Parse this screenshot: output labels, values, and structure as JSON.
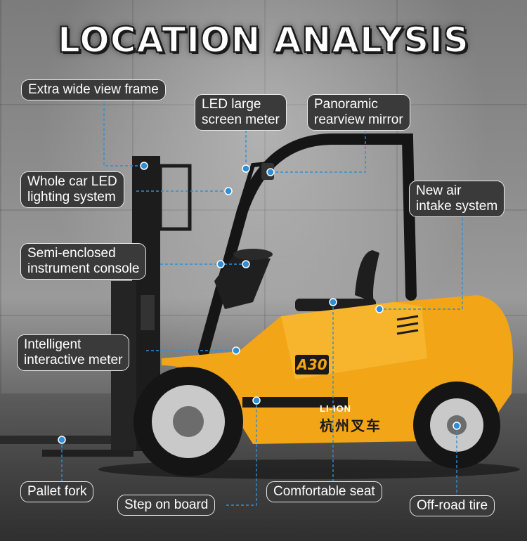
{
  "title": "LOCATION ANALYSIS",
  "labels": {
    "view_frame": "Extra wide view frame",
    "led_meter": "LED large\nscreen meter",
    "mirror": "Panoramic\nrearview mirror",
    "lighting": "Whole car LED\nlighting system",
    "air_intake": "New air\nintake system",
    "console": "Semi-enclosed\ninstrument console",
    "interactive_meter": "Intelligent\ninteractive meter",
    "pallet_fork": "Pallet fork",
    "step_board": "Step on board",
    "seat": "Comfortable seat",
    "tire": "Off-road tire"
  },
  "vehicle": {
    "model_badge": "A30",
    "battery_badge": "LI-ION",
    "brand_text": "杭州叉车"
  },
  "colors": {
    "body": "#f2a516",
    "frame": "#1b1b1b",
    "callout_bg": "#3a3a3a",
    "leader": "#2e8fd6"
  }
}
